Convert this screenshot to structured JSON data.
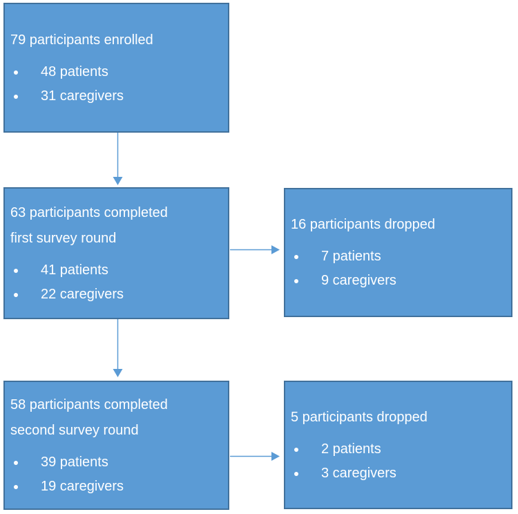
{
  "diagram": {
    "type": "flowchart",
    "description": "Study participant flow diagram with enrollment, survey completion rounds and drop-outs",
    "colors": {
      "box_fill": "#5B9BD5",
      "box_border": "#41719C",
      "arrow": "#5B9BD5",
      "text": "#FFFFFF",
      "background": "#FFFFFF"
    },
    "boxes": [
      {
        "id": "enrolled",
        "heading": "79 participants enrolled",
        "bullets": [
          "48 patients",
          "31 caregivers"
        ]
      },
      {
        "id": "first-round",
        "heading": "63 participants completed\nfirst survey round",
        "bullets": [
          "41 patients",
          "22 caregivers"
        ]
      },
      {
        "id": "dropped-first",
        "heading": "16 participants dropped",
        "bullets": [
          "7 patients",
          "9 caregivers"
        ]
      },
      {
        "id": "second-round",
        "heading": "58 participants completed\nsecond survey round",
        "bullets": [
          "39 patients",
          "19 caregivers"
        ]
      },
      {
        "id": "dropped-second",
        "heading": "5 participants dropped",
        "bullets": [
          "2 patients",
          "3 caregivers"
        ]
      }
    ],
    "arrows": [
      {
        "from": "enrolled",
        "to": "first-round",
        "direction": "down"
      },
      {
        "from": "first-round",
        "to": "dropped-first",
        "direction": "right"
      },
      {
        "from": "first-round",
        "to": "second-round",
        "direction": "down"
      },
      {
        "from": "second-round",
        "to": "dropped-second",
        "direction": "right"
      }
    ]
  }
}
